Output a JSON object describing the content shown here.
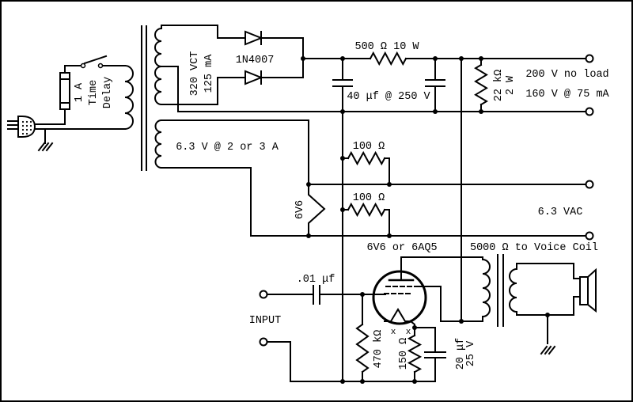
{
  "schematic": {
    "line_color": "#000000",
    "background": "#ffffff"
  },
  "labels": {
    "fuse_rating": "1 A",
    "fuse_word1": "Time",
    "fuse_word2": "Delay",
    "hv_winding_volts": "320 VCT",
    "hv_winding_current": "125 mA",
    "diode_type": "1N4007",
    "filter_resistor": "500 Ω 10 W",
    "filter_caps": "40 μf @ 250 V",
    "bleeder_value": "22 kΩ",
    "bleeder_power": "2 W",
    "b_plus_no_load": "200 V no load",
    "b_plus_loaded": "160 V @ 75 mA",
    "heater_winding": "6.3 V @ 2 or 3 A",
    "hum_resistor_top": "100 Ω",
    "hum_resistor_bottom": "100 Ω",
    "tube_heater": "6V6",
    "heater_output": "6.3 VAC",
    "output_tube": "6V6 or 6AQ5",
    "output_transformer": "5000 Ω to Voice Coil",
    "coupling_cap": ".01 μf",
    "input": "INPUT",
    "grid_resistor": "470 kΩ",
    "cathode_resistor": "150 Ω",
    "bypass_cap_value": "20 μf",
    "bypass_cap_volts": "25 V",
    "pin_mark": "x"
  }
}
